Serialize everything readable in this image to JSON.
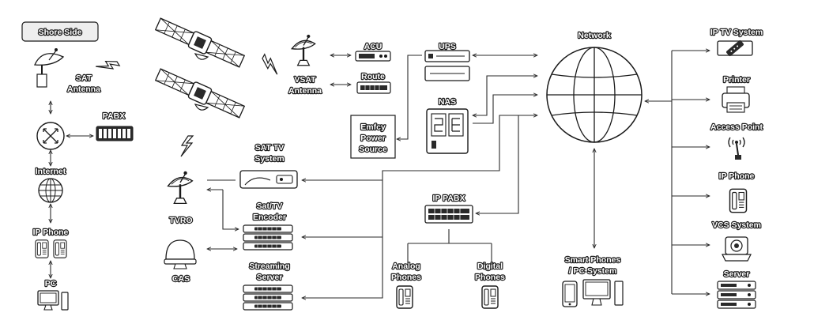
{
  "labels": {
    "shore_side": "Shore Side",
    "sat_antenna_1": "SAT",
    "sat_antenna_2": "Antenna",
    "pabx": "PABX",
    "internet": "Internet",
    "ip_phone_left_1": "IP Phone",
    "pc": "PC",
    "tvro": "TVRO",
    "cas": "CAS",
    "vsat_1": "VSAT",
    "vsat_2": "Antenna",
    "acu": "ACU",
    "route": "Route",
    "ups": "UPS",
    "nas": "NAS",
    "emergency_1": "Emfcy",
    "emergency_2": "Power",
    "emergency_3": "Source",
    "sat_tv_1": "SAT TV",
    "sat_tv_2": "System",
    "encoder_1": "Sat/TV",
    "encoder_2": "Encoder",
    "streaming_1": "Streaming",
    "streaming_2": "Server",
    "ip_pabx": "IP PABX",
    "analog_1": "Analog",
    "analog_2": "Phones",
    "digital_1": "Digital",
    "digital_2": "Phones",
    "network": "Network",
    "smart_1": "Smart Phones",
    "smart_2": "/ PC System",
    "iptv": "IP TV System",
    "printer": "Printer",
    "access_point": "Access Point",
    "ip_phone_right": "IP Phone",
    "vcs": "VCS System",
    "server": "Server"
  },
  "icons": {
    "satellite": "satellite-icon",
    "dish": "satellite-dish-icon",
    "router": "router-icon",
    "globe": "globe-icon",
    "phone": "ip-phone-icon",
    "monitor": "monitor-icon",
    "rack": "rack-server-icon",
    "lightning": "wireless-link-icon"
  }
}
